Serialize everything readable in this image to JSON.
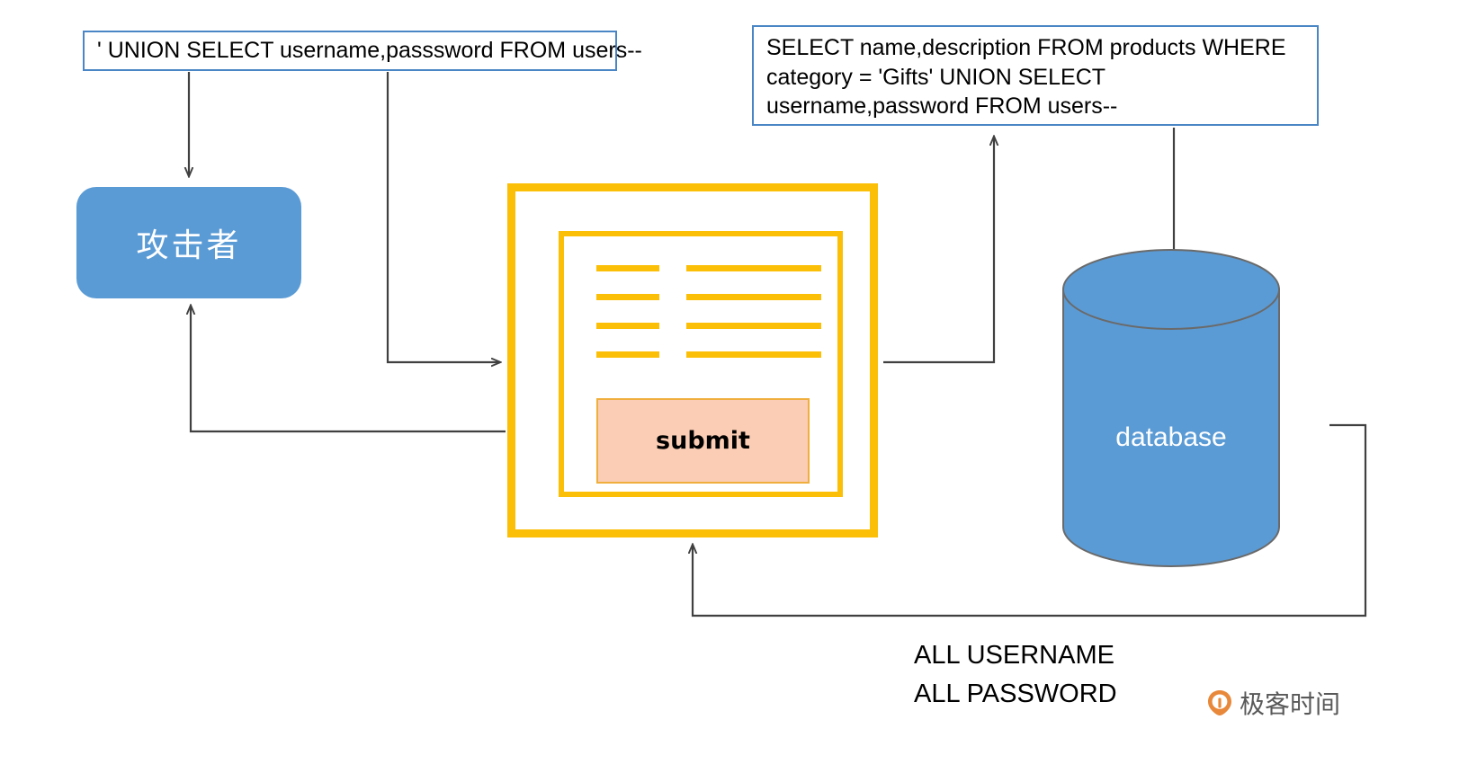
{
  "diagram": {
    "title": "SQL Injection UNION attack flow",
    "colors": {
      "node_blue": "#5b9bd5",
      "form_orange": "#fcbf07",
      "submit_pink": "#fbcdb4",
      "callout_border_blue": "#4a86c5",
      "arrow_gray": "#404040",
      "logo_orange": "#e8883a"
    }
  },
  "callouts": {
    "injected_payload": "' UNION SELECT username,passsword FROM users--",
    "resulting_query": "SELECT name,description FROM products WHERE category = 'Gifts' UNION SELECT username,password FROM users--"
  },
  "nodes": {
    "attacker": {
      "label": "攻击者"
    },
    "database": {
      "label": "database"
    },
    "web_form": {
      "submit_label": "submit",
      "field_rows": [
        {
          "label_width": 70,
          "input_width": 150
        },
        {
          "label_width": 70,
          "input_width": 150
        },
        {
          "label_width": 70,
          "input_width": 150
        },
        {
          "label_width": 70,
          "input_width": 150
        }
      ]
    }
  },
  "captions": {
    "exfiltrated_data": "ALL USERNAME\nALL PASSWORD"
  },
  "watermark": {
    "logo_text": "极客时间",
    "icon": "geektime-logo-icon"
  }
}
